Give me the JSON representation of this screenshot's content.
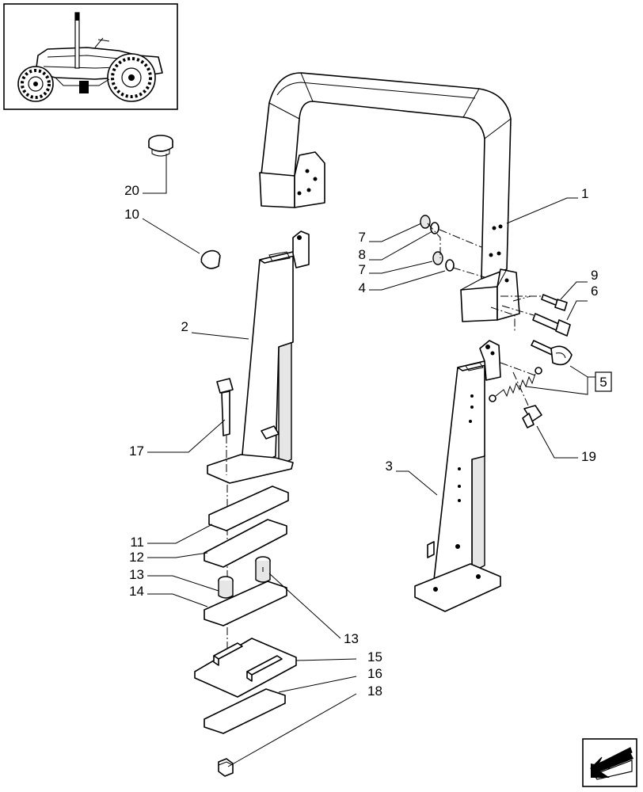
{
  "callouts": [
    {
      "id": "1",
      "text": "1"
    },
    {
      "id": "2",
      "text": "2"
    },
    {
      "id": "3",
      "text": "3"
    },
    {
      "id": "4",
      "text": "4"
    },
    {
      "id": "5",
      "text": "5"
    },
    {
      "id": "6",
      "text": "6"
    },
    {
      "id": "7a",
      "text": "7"
    },
    {
      "id": "7b",
      "text": "7"
    },
    {
      "id": "8",
      "text": "8"
    },
    {
      "id": "9",
      "text": "9"
    },
    {
      "id": "10",
      "text": "10"
    },
    {
      "id": "11",
      "text": "11"
    },
    {
      "id": "12",
      "text": "12"
    },
    {
      "id": "13a",
      "text": "13"
    },
    {
      "id": "13b",
      "text": "13"
    },
    {
      "id": "14",
      "text": "14"
    },
    {
      "id": "15",
      "text": "15"
    },
    {
      "id": "16",
      "text": "16"
    },
    {
      "id": "17",
      "text": "17"
    },
    {
      "id": "18",
      "text": "18"
    },
    {
      "id": "19",
      "text": "19"
    },
    {
      "id": "20",
      "text": "20"
    }
  ],
  "icons": {
    "thumbnail": "tractor-thumbnail-icon",
    "nav": "next-page-arrow-icon"
  }
}
